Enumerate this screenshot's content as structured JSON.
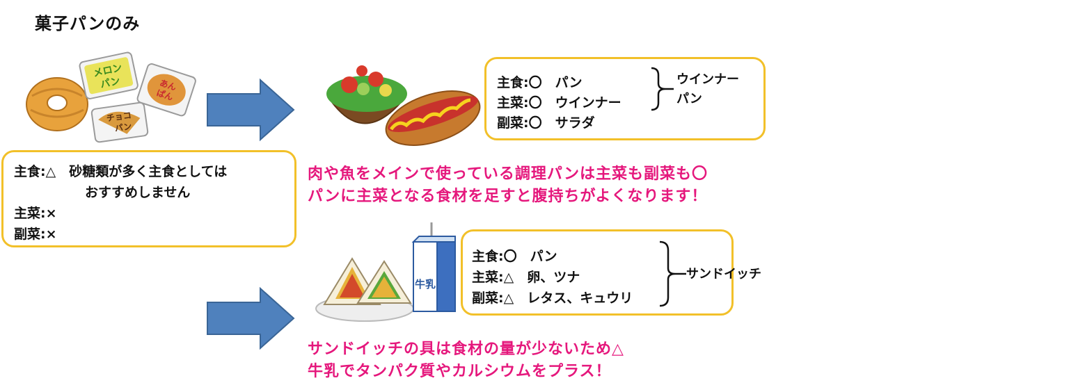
{
  "title": "菓子パンのみ",
  "sweet_bread": {
    "icon_labels": {
      "melon": "メロン パン",
      "anpan": "あん ぱん",
      "choco": "チョコ パン"
    },
    "line1": "主食:△　砂糖類が多く主食としては",
    "line2": "おすすめしません",
    "line3": "主菜:×",
    "line4": "副菜:×"
  },
  "hotdog_option": {
    "line1": "主食:〇　パン",
    "line2": "主菜:〇　ウインナー",
    "line3": "副菜:〇　サラダ",
    "bracket_label_1": "ウインナー",
    "bracket_label_2": "パン",
    "note1": "肉や魚をメインで使っている調理パンは主菜も副菜も〇",
    "note2": "パンに主菜となる食材を足すと腹持ちがよくなります！"
  },
  "sandwich_option": {
    "milk_label": "牛乳",
    "line1": "主食:〇　パン",
    "line2": "主菜:△　卵、ツナ",
    "line3": "副菜:△　レタス、キュウリ",
    "bracket_label": "サンドイッチ",
    "note1": "サンドイッチの具は食材の量が少ないため△",
    "note2": "牛乳でタンパク質やカルシウムをプラス！"
  },
  "colors": {
    "box_border": "#f2c029",
    "arrow_fill": "#4f81bd",
    "arrow_stroke": "#3a6596",
    "note_text": "#e5177c"
  }
}
